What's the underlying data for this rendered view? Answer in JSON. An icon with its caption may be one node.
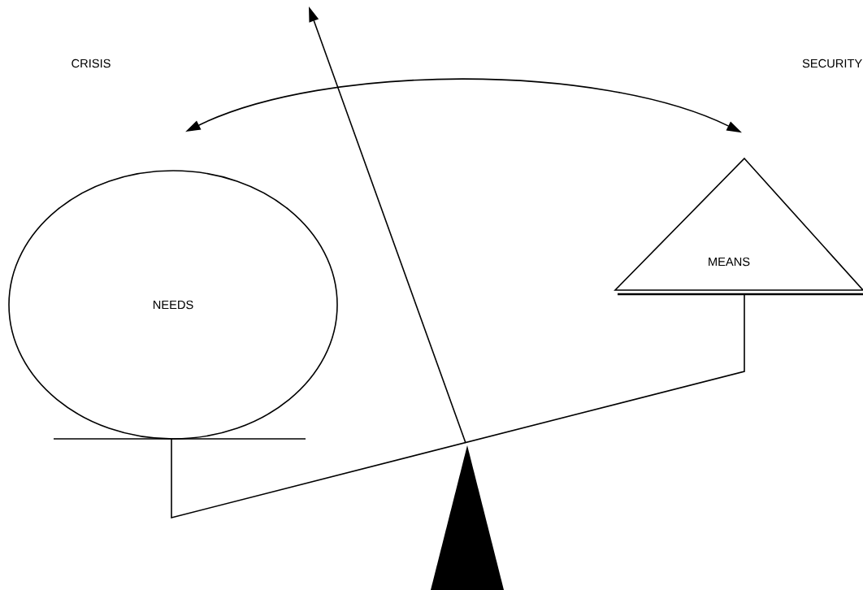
{
  "diagram": {
    "nodes": [
      {
        "text": [
          "NEEDS"
        ]
      },
      {
        "text": [
          "MEANS"
        ]
      }
    ],
    "edges": [
      {
        "from": 0,
        "to": 1,
        "arrow": "both"
      }
    ],
    "labels": [
      "CRISIS",
      "SECURITY"
    ]
  }
}
